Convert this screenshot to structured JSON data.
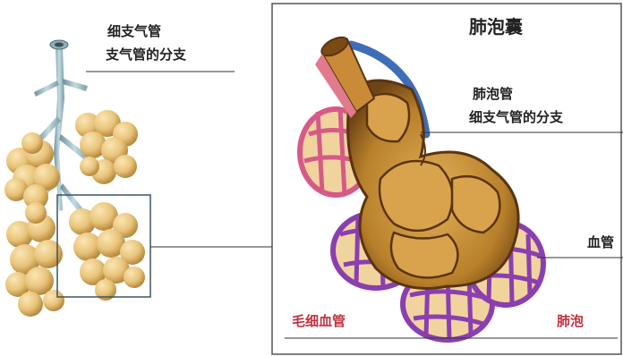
{
  "left_panel": {
    "label_line1": "细支气管",
    "label_line2": "支气管的分支"
  },
  "right_panel": {
    "title": "肺泡囊",
    "label_alveolar_duct": "肺泡管",
    "label_bronchiole_branch": "细支气管的分支",
    "label_blood_vessel": "血管",
    "label_capillary": "毛细血管",
    "label_alveolus": "肺泡"
  },
  "colors": {
    "alveolus_fill": "#e8c47a",
    "alveolus_shade": "#c99a4a",
    "bronchus": "#a9c4cc",
    "sac_interior": "#b8802a",
    "sac_dark": "#5a3410",
    "capillary_pink": "#d65a86",
    "capillary_purple": "#8a3fb0",
    "vessel_blue": "#3f6db8",
    "label_red": "#c0333f"
  }
}
